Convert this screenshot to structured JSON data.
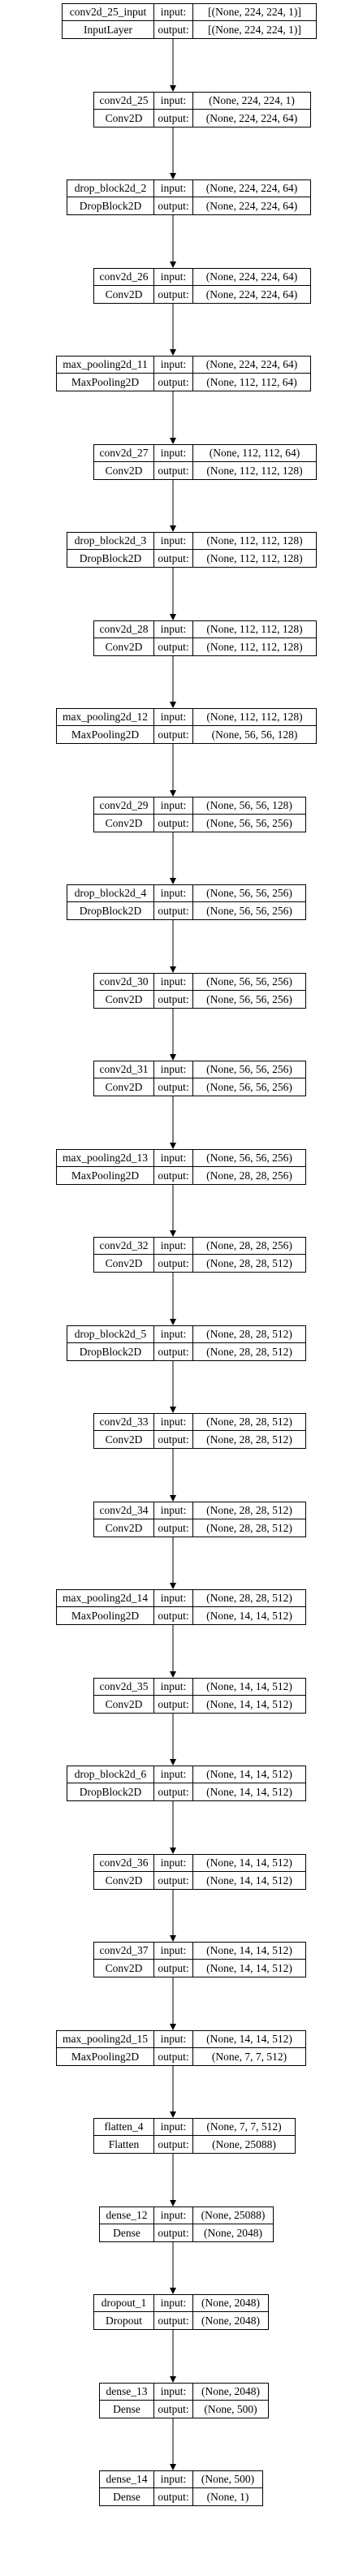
{
  "diagram": {
    "type": "keras-model-plot",
    "layers": [
      {
        "name": "conv2d_25_input",
        "type": "InputLayer",
        "input_label": "input:",
        "output_label": "output:",
        "input_shape": "[(None, 224, 224, 1)]",
        "output_shape": "[(None, 224, 224, 1)]"
      },
      {
        "name": "conv2d_25",
        "type": "Conv2D",
        "input_label": "input:",
        "output_label": "output:",
        "input_shape": "(None, 224, 224, 1)",
        "output_shape": "(None, 224, 224, 64)"
      },
      {
        "name": "drop_block2d_2",
        "type": "DropBlock2D",
        "input_label": "input:",
        "output_label": "output:",
        "input_shape": "(None, 224, 224, 64)",
        "output_shape": "(None, 224, 224, 64)"
      },
      {
        "name": "conv2d_26",
        "type": "Conv2D",
        "input_label": "input:",
        "output_label": "output:",
        "input_shape": "(None, 224, 224, 64)",
        "output_shape": "(None, 224, 224, 64)"
      },
      {
        "name": "max_pooling2d_11",
        "type": "MaxPooling2D",
        "input_label": "input:",
        "output_label": "output:",
        "input_shape": "(None, 224, 224, 64)",
        "output_shape": "(None, 112, 112, 64)"
      },
      {
        "name": "conv2d_27",
        "type": "Conv2D",
        "input_label": "input:",
        "output_label": "output:",
        "input_shape": "(None, 112, 112, 64)",
        "output_shape": "(None, 112, 112, 128)"
      },
      {
        "name": "drop_block2d_3",
        "type": "DropBlock2D",
        "input_label": "input:",
        "output_label": "output:",
        "input_shape": "(None, 112, 112, 128)",
        "output_shape": "(None, 112, 112, 128)"
      },
      {
        "name": "conv2d_28",
        "type": "Conv2D",
        "input_label": "input:",
        "output_label": "output:",
        "input_shape": "(None, 112, 112, 128)",
        "output_shape": "(None, 112, 112, 128)"
      },
      {
        "name": "max_pooling2d_12",
        "type": "MaxPooling2D",
        "input_label": "input:",
        "output_label": "output:",
        "input_shape": "(None, 112, 112, 128)",
        "output_shape": "(None, 56, 56, 128)"
      },
      {
        "name": "conv2d_29",
        "type": "Conv2D",
        "input_label": "input:",
        "output_label": "output:",
        "input_shape": "(None, 56, 56, 128)",
        "output_shape": "(None, 56, 56, 256)"
      },
      {
        "name": "drop_block2d_4",
        "type": "DropBlock2D",
        "input_label": "input:",
        "output_label": "output:",
        "input_shape": "(None, 56, 56, 256)",
        "output_shape": "(None, 56, 56, 256)"
      },
      {
        "name": "conv2d_30",
        "type": "Conv2D",
        "input_label": "input:",
        "output_label": "output:",
        "input_shape": "(None, 56, 56, 256)",
        "output_shape": "(None, 56, 56, 256)"
      },
      {
        "name": "conv2d_31",
        "type": "Conv2D",
        "input_label": "input:",
        "output_label": "output:",
        "input_shape": "(None, 56, 56, 256)",
        "output_shape": "(None, 56, 56, 256)"
      },
      {
        "name": "max_pooling2d_13",
        "type": "MaxPooling2D",
        "input_label": "input:",
        "output_label": "output:",
        "input_shape": "(None, 56, 56, 256)",
        "output_shape": "(None, 28, 28, 256)"
      },
      {
        "name": "conv2d_32",
        "type": "Conv2D",
        "input_label": "input:",
        "output_label": "output:",
        "input_shape": "(None, 28, 28, 256)",
        "output_shape": "(None, 28, 28, 512)"
      },
      {
        "name": "drop_block2d_5",
        "type": "DropBlock2D",
        "input_label": "input:",
        "output_label": "output:",
        "input_shape": "(None, 28, 28, 512)",
        "output_shape": "(None, 28, 28, 512)"
      },
      {
        "name": "conv2d_33",
        "type": "Conv2D",
        "input_label": "input:",
        "output_label": "output:",
        "input_shape": "(None, 28, 28, 512)",
        "output_shape": "(None, 28, 28, 512)"
      },
      {
        "name": "conv2d_34",
        "type": "Conv2D",
        "input_label": "input:",
        "output_label": "output:",
        "input_shape": "(None, 28, 28, 512)",
        "output_shape": "(None, 28, 28, 512)"
      },
      {
        "name": "max_pooling2d_14",
        "type": "MaxPooling2D",
        "input_label": "input:",
        "output_label": "output:",
        "input_shape": "(None, 28, 28, 512)",
        "output_shape": "(None, 14, 14, 512)"
      },
      {
        "name": "conv2d_35",
        "type": "Conv2D",
        "input_label": "input:",
        "output_label": "output:",
        "input_shape": "(None, 14, 14, 512)",
        "output_shape": "(None, 14, 14, 512)"
      },
      {
        "name": "drop_block2d_6",
        "type": "DropBlock2D",
        "input_label": "input:",
        "output_label": "output:",
        "input_shape": "(None, 14, 14, 512)",
        "output_shape": "(None, 14, 14, 512)"
      },
      {
        "name": "conv2d_36",
        "type": "Conv2D",
        "input_label": "input:",
        "output_label": "output:",
        "input_shape": "(None, 14, 14, 512)",
        "output_shape": "(None, 14, 14, 512)"
      },
      {
        "name": "conv2d_37",
        "type": "Conv2D",
        "input_label": "input:",
        "output_label": "output:",
        "input_shape": "(None, 14, 14, 512)",
        "output_shape": "(None, 14, 14, 512)"
      },
      {
        "name": "max_pooling2d_15",
        "type": "MaxPooling2D",
        "input_label": "input:",
        "output_label": "output:",
        "input_shape": "(None, 14, 14, 512)",
        "output_shape": "(None, 7, 7, 512)"
      },
      {
        "name": "flatten_4",
        "type": "Flatten",
        "input_label": "input:",
        "output_label": "output:",
        "input_shape": "(None, 7, 7, 512)",
        "output_shape": "(None, 25088)"
      },
      {
        "name": "dense_12",
        "type": "Dense",
        "input_label": "input:",
        "output_label": "output:",
        "input_shape": "(None, 25088)",
        "output_shape": "(None, 2048)"
      },
      {
        "name": "dropout_1",
        "type": "Dropout",
        "input_label": "input:",
        "output_label": "output:",
        "input_shape": "(None, 2048)",
        "output_shape": "(None, 2048)"
      },
      {
        "name": "dense_13",
        "type": "Dense",
        "input_label": "input:",
        "output_label": "output:",
        "input_shape": "(None, 2048)",
        "output_shape": "(None, 500)"
      },
      {
        "name": "dense_14",
        "type": "Dense",
        "input_label": "input:",
        "output_label": "output:",
        "input_shape": "(None, 500)",
        "output_shape": "(None, 1)"
      }
    ]
  }
}
